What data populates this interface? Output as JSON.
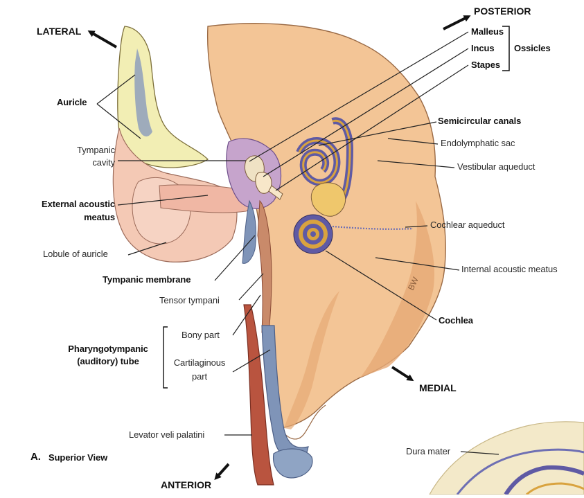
{
  "view": {
    "letter": "A.",
    "name": "Superior View"
  },
  "directions": {
    "lateral": "LATERAL",
    "posterior": "POSTERIOR",
    "medial": "MEDIAL",
    "anterior": "ANTERIOR"
  },
  "labels": {
    "auricle": "Auricle",
    "tympanic_cavity_1": "Tympanic",
    "tympanic_cavity_2": "cavity",
    "external_acoustic_meatus_1": "External acoustic",
    "external_acoustic_meatus_2": "meatus",
    "lobule_of_auricle": "Lobule of auricle",
    "tympanic_membrane": "Tympanic membrane",
    "tensor_tympani": "Tensor tympani",
    "pharyngotympanic_1": "Pharyngotympanic",
    "pharyngotympanic_2": "(auditory) tube",
    "bony_part": "Bony part",
    "cartilaginous_part_1": "Cartilaginous",
    "cartilaginous_part_2": "part",
    "levator_veli_palatini": "Levator veli palatini",
    "malleus": "Malleus",
    "incus": "Incus",
    "stapes": "Stapes",
    "ossicles": "Ossicles",
    "semicircular_canals": "Semicircular canals",
    "endolymphatic_sac": "Endolymphatic sac",
    "vestibular_aqueduct": "Vestibular aqueduct",
    "cochlear_aqueduct": "Cochlear aqueduct",
    "internal_acoustic_meatus": "Internal acoustic meatus",
    "cochlea": "Cochlea",
    "dura_mater": "Dura mater"
  },
  "signature": "BW",
  "colors": {
    "bone": "#f3c596",
    "bone_dark": "#e6a975",
    "skin": "#f4c9b5",
    "cartilage": "#f2eeb4",
    "cartilage_inner": "#8f9fbc",
    "membranous_labyrinth": "#5f5aa4",
    "perilymph": "#d9a33f",
    "muscle": "#b9543f",
    "tube": "#7f94b8"
  }
}
